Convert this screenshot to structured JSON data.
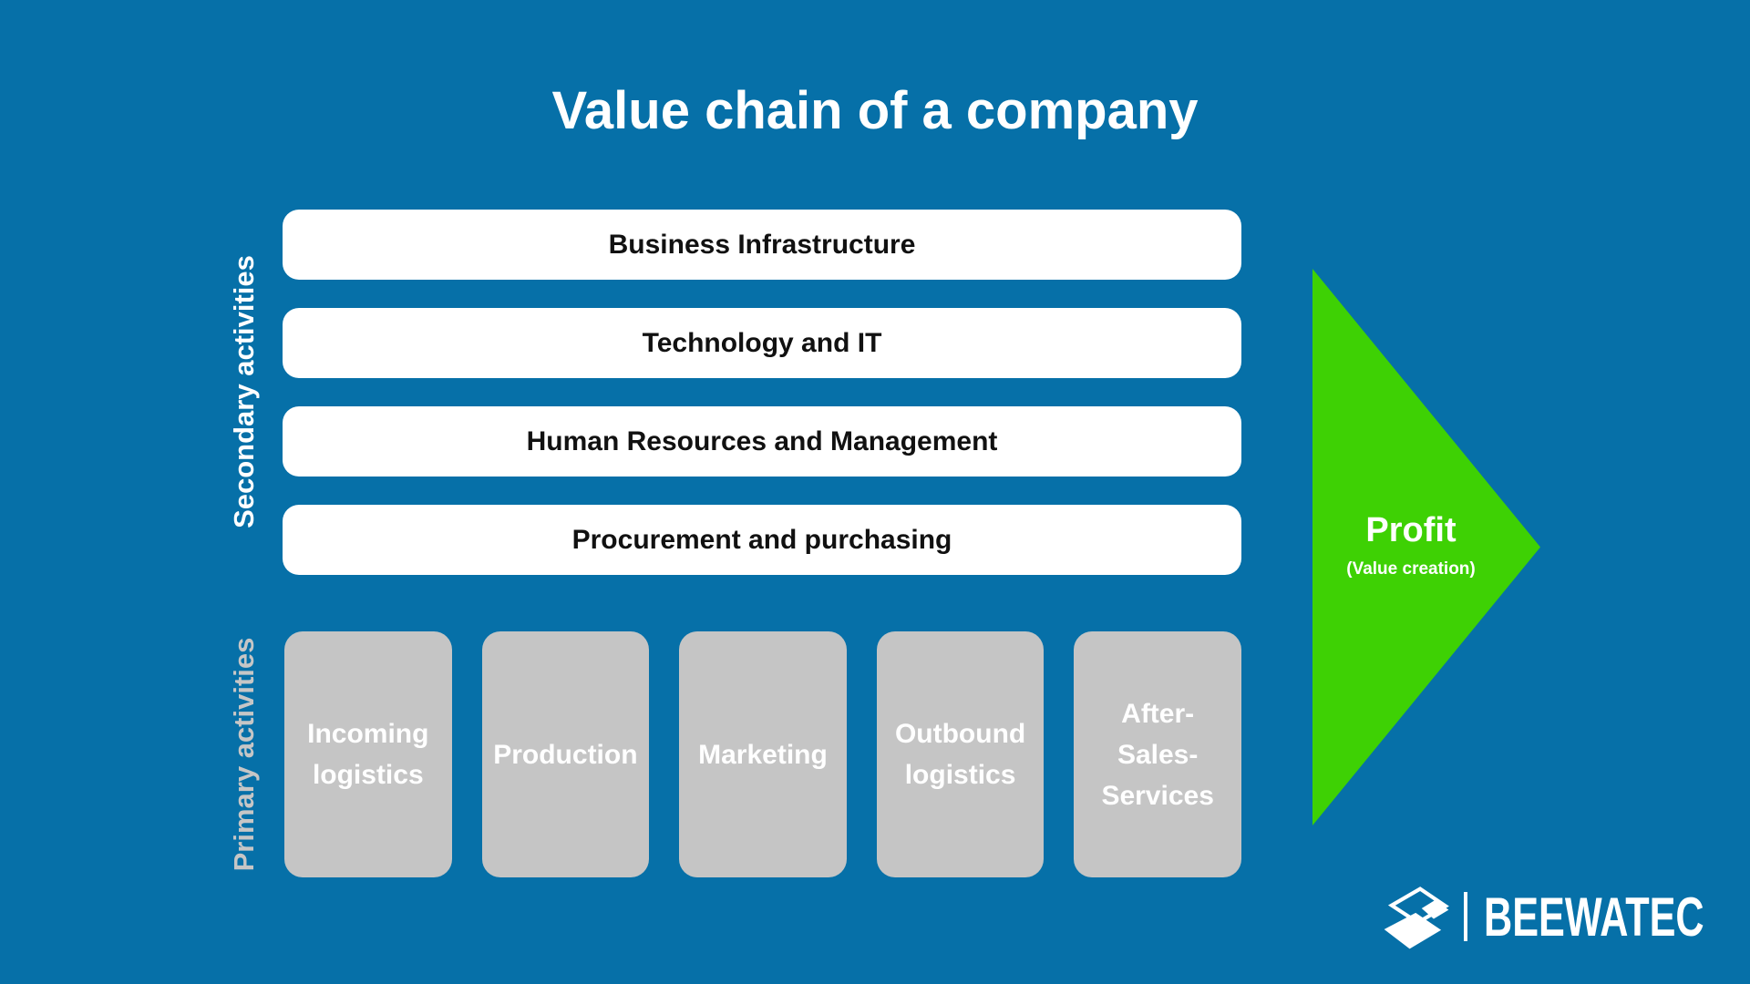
{
  "title": "Value chain of a company",
  "colors": {
    "background": "#0670A8",
    "bar_background": "#FFFFFF",
    "bar_text": "#111111",
    "box_background": "#C5C5C5",
    "box_text": "#FFFFFF",
    "arrow_green": "#3ED104",
    "secondary_label": "#FFFFFF",
    "primary_label": "#C6C6C6"
  },
  "secondary": {
    "label": "Secondary activities",
    "bars": [
      {
        "label": "Business Infrastructure"
      },
      {
        "label": "Technology and IT"
      },
      {
        "label": "Human Resources and Management"
      },
      {
        "label": "Procurement and purchasing"
      }
    ]
  },
  "primary": {
    "label": "Primary activities",
    "boxes": [
      {
        "label": "Incoming\nlogistics"
      },
      {
        "label": "Production"
      },
      {
        "label": "Marketing"
      },
      {
        "label": "Outbound\nlogistics"
      },
      {
        "label": "After-\nSales-\nServices"
      }
    ]
  },
  "arrow": {
    "title": "Profit",
    "subtitle": "(Value creation)"
  },
  "logo": {
    "text": "BEEWATEC",
    "icon": "beewatec-panels-icon"
  }
}
